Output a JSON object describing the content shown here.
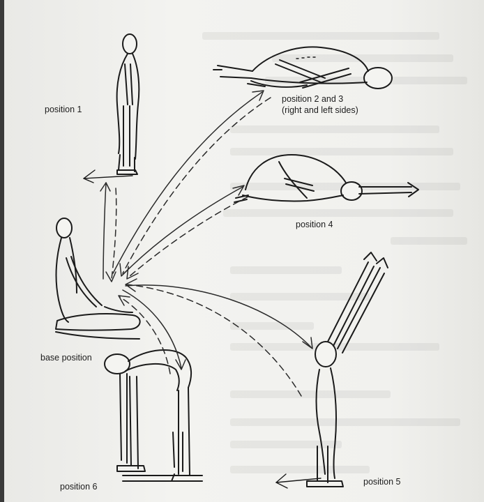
{
  "diagram": {
    "labels": {
      "position_1": "position 1",
      "position_2_3_line1": "position 2 and 3",
      "position_2_3_line2": "(right and left sides)",
      "position_4": "position 4",
      "base_position": "base position",
      "position_5": "position 5",
      "position_6": "position 6"
    }
  }
}
